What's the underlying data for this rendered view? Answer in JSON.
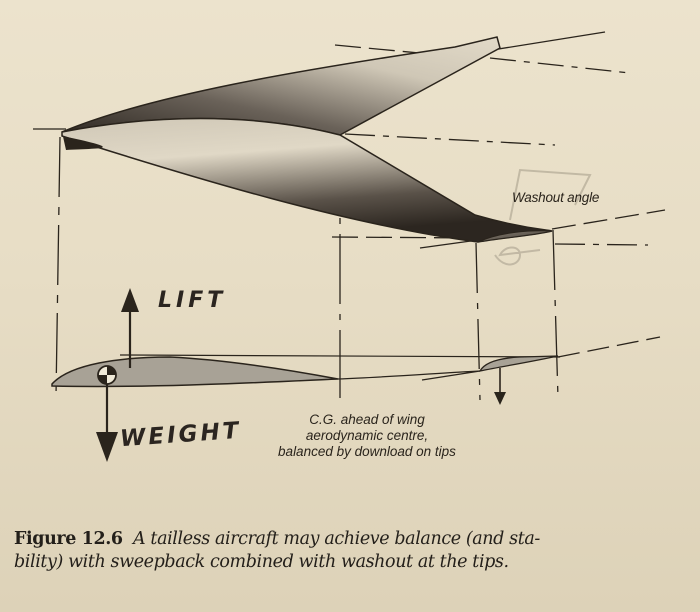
{
  "figure": {
    "number_label": "Figure 12.6",
    "caption_line1": "A tailless aircraft may achieve balance (and sta-",
    "caption_line2": "bility) with sweepback combined with washout at the tips."
  },
  "labels": {
    "washout": "Washout angle",
    "lift": "LIFT",
    "weight": "WEIGHT",
    "cg_line1": "C.G. ahead of wing",
    "cg_line2": "aerodynamic centre,",
    "cg_line3": "balanced by download on tips"
  },
  "colors": {
    "paper": "#e7ddc5",
    "ink": "#2a241c",
    "wing_dark": "#3a332b",
    "wing_light": "#d8d0c0",
    "section_fill": "#a8a296"
  }
}
